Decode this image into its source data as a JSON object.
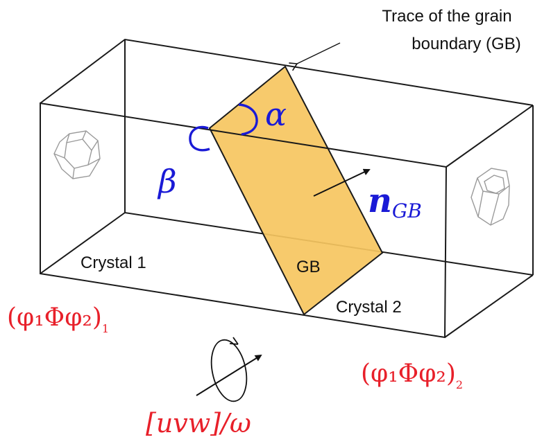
{
  "labels": {
    "trace_line1": "Trace of the grain",
    "trace_line2": "boundary (GB)",
    "alpha": "α",
    "beta": "β",
    "normal_main": "n",
    "normal_sub": "GB",
    "crystal1": "Crystal 1",
    "crystal2": "Crystal 2",
    "gb": "GB",
    "euler1_main": "(φ₁Φφ₂)",
    "euler1_sub": "1",
    "euler2_main": "(φ₁Φφ₂)",
    "euler2_sub": "2",
    "misorientation": "[uvw]/ω"
  },
  "colors": {
    "boundary_fill": "#f6c55f",
    "angle_blue": "#1a1ad6",
    "euler_red": "#e8202a",
    "line": "#1a1a1a"
  }
}
